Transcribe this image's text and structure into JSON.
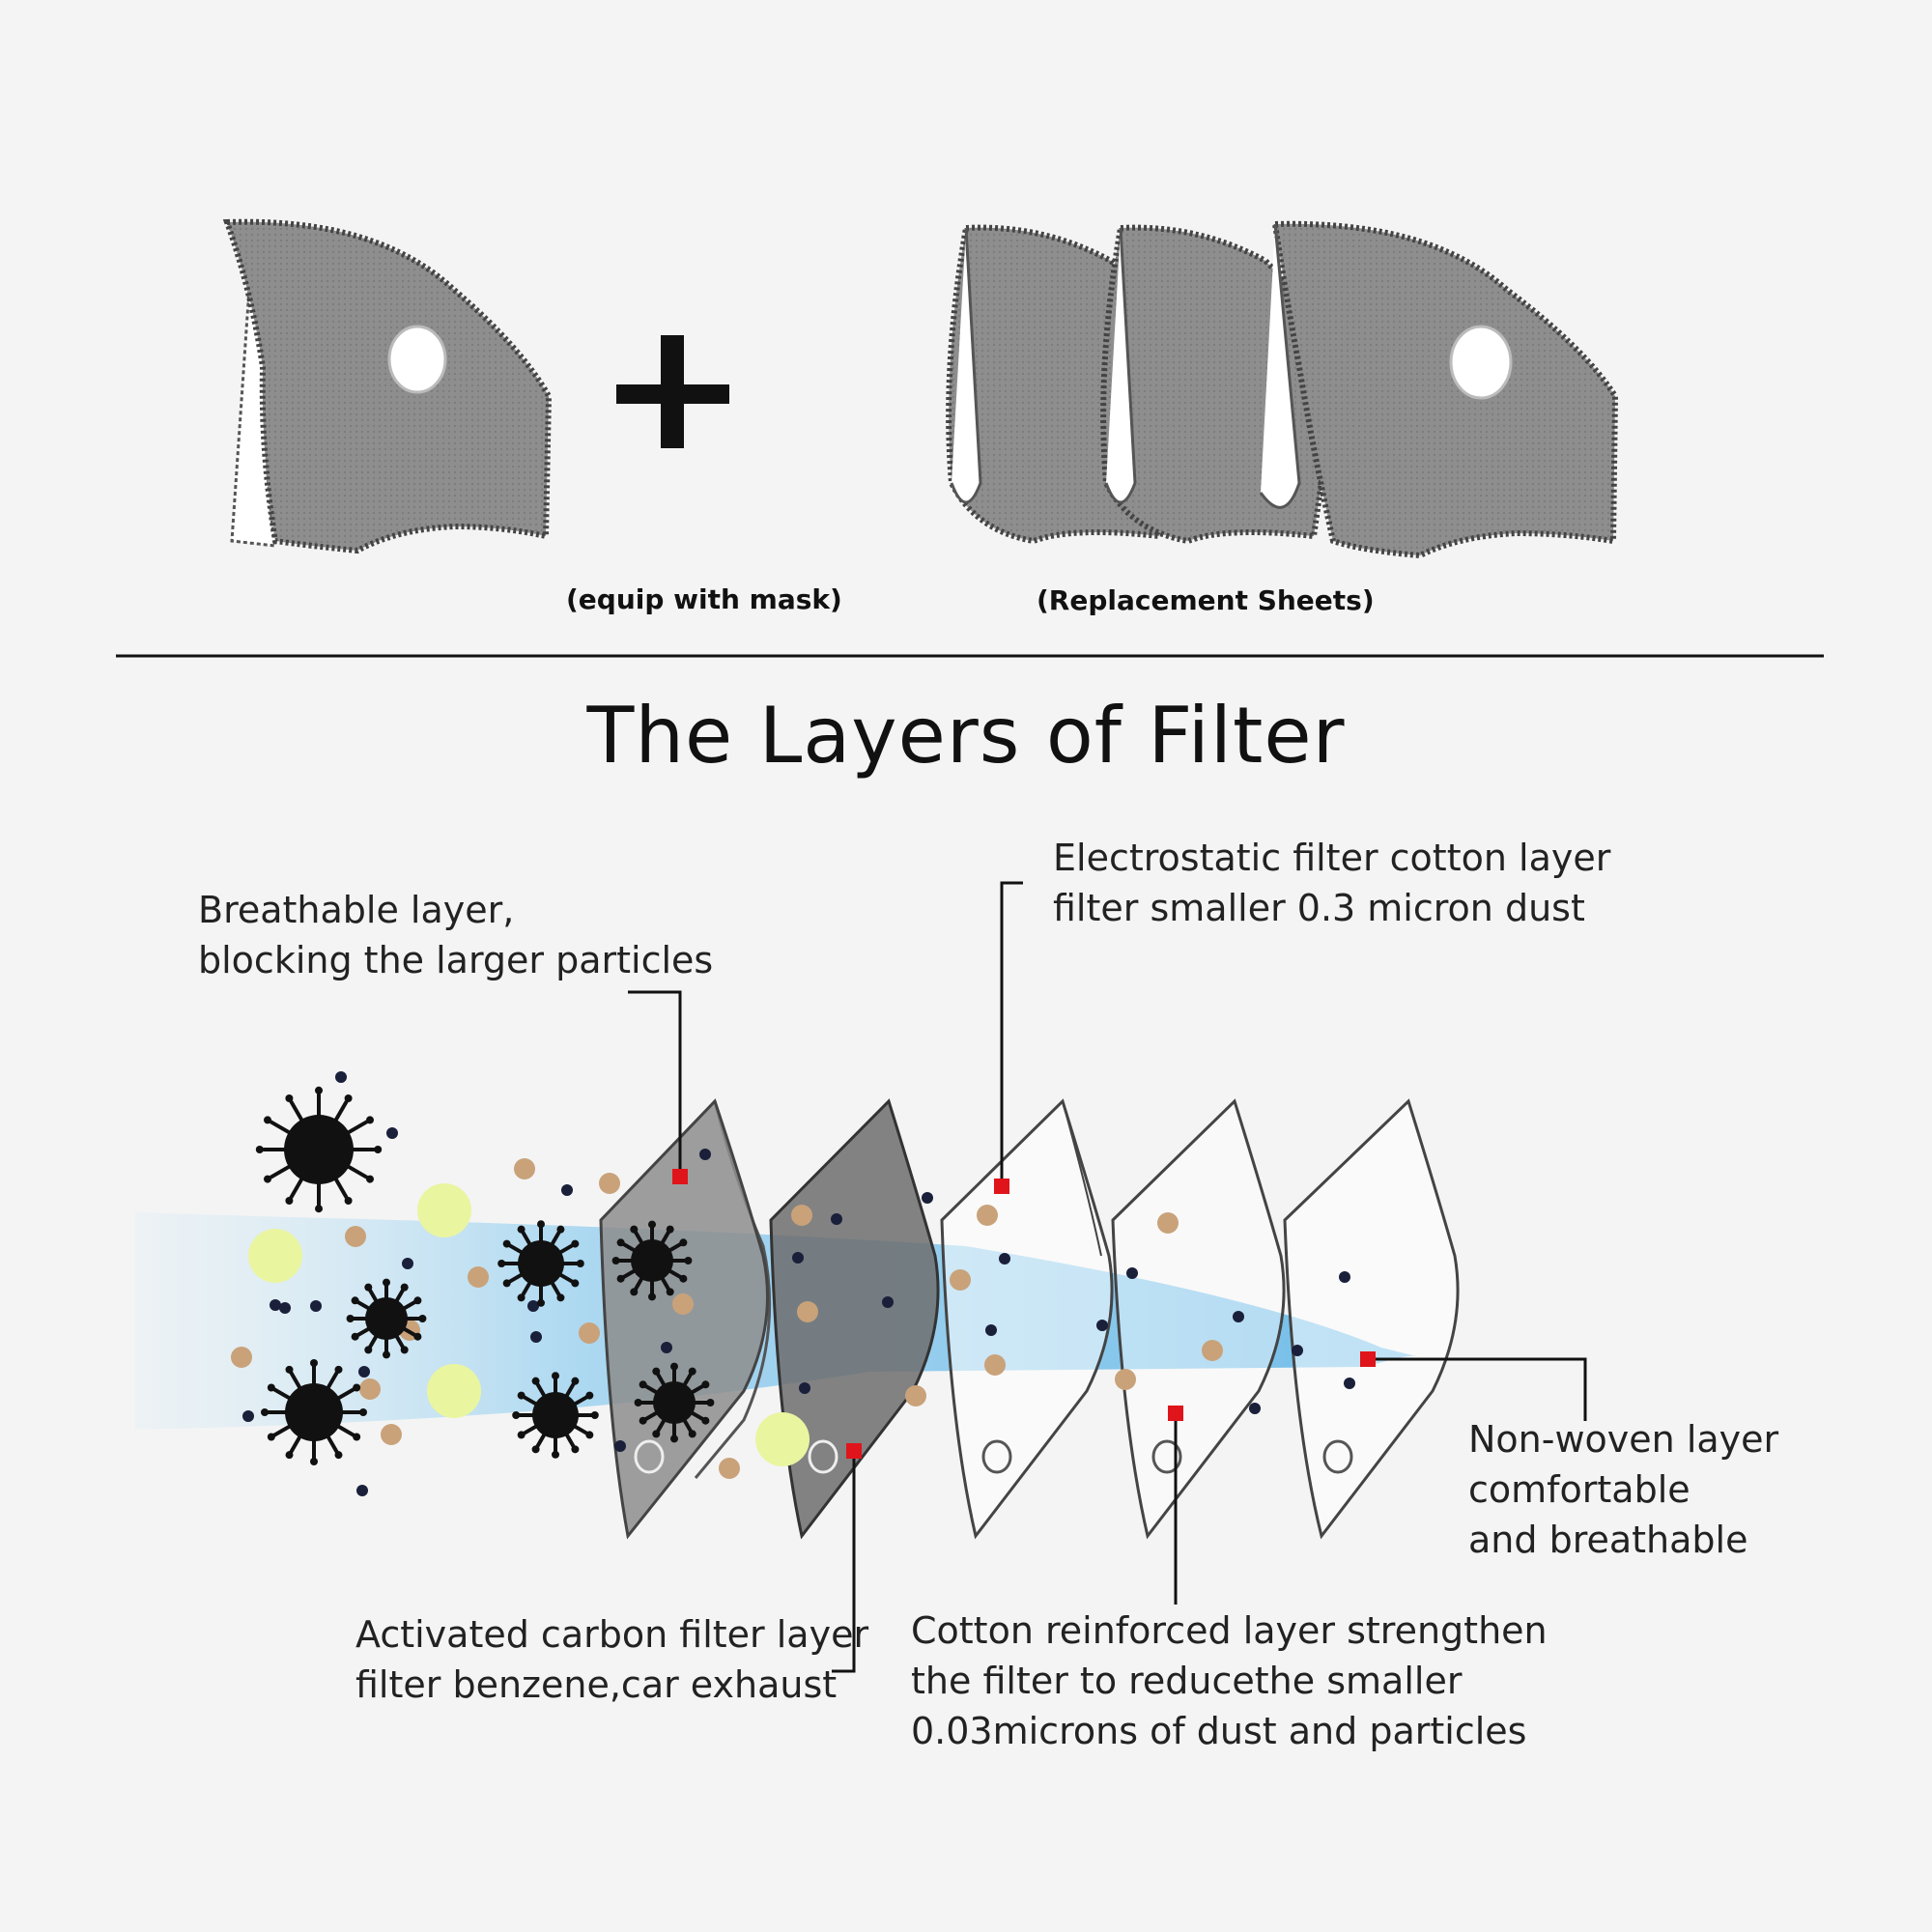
{
  "top": {
    "left_caption": "(equip with mask)",
    "right_caption": "(Replacement  Sheets)",
    "plus_symbol": "+"
  },
  "title": "The Layers of Filter",
  "layers": [
    {
      "lines": [
        "Breathable layer,",
        "blocking the larger particles"
      ]
    },
    {
      "lines": [
        "Activated carbon filter layer",
        "filter benzene,car exhaust"
      ]
    },
    {
      "lines": [
        "Electrostatic filter cotton layer",
        "filter smaller 0.3 micron dust"
      ]
    },
    {
      "lines": [
        "Cotton reinforced layer strengthen",
        "the filter to reducethe smaller",
        "0.03microns of dust and particles"
      ]
    },
    {
      "lines": [
        "Non-woven layer",
        "comfortable",
        "and breathable"
      ]
    }
  ],
  "colors": {
    "background": "#f4f4f4",
    "mask_gray": "#8e8e8e",
    "carbon_gray": "#6f6f6f",
    "airflow_blue": "#7fc3e8",
    "marker_red": "#e0141b",
    "particle_tan": "#c9a27a",
    "particle_yellow": "#eaf5a0",
    "virus_black": "#111111"
  }
}
